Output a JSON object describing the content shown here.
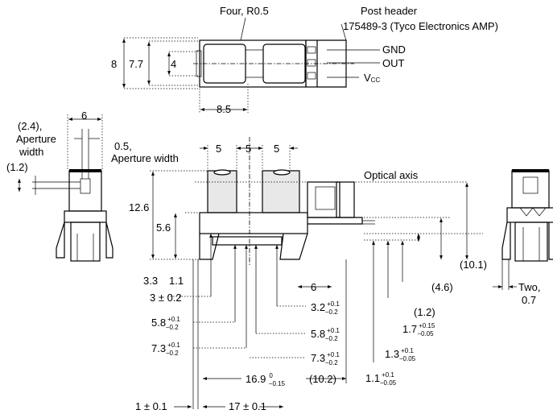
{
  "labels": {
    "corner_radius": "Four, R0.5",
    "post_header": "Post header",
    "post_header_part": "175489-3 (Tyco Electronics AMP)",
    "pin_gnd": "GND",
    "pin_out": "OUT",
    "pin_vcc": "V",
    "pin_vcc_sub": "CC",
    "height_8": "8",
    "height_7_7": "7.7",
    "height_4": "4",
    "width_8_5": "8.5",
    "width_6_side": "6",
    "aperture_2_4": "(2.4),",
    "aperture_word": "Aperture",
    "width_word": "width",
    "aperture_1_2": "(1.2)",
    "aperture_0_5": "0.5,",
    "aperture_width": "Aperture width",
    "pitch_5a": "5",
    "pitch_5b": "5",
    "pitch_5c": "5",
    "optical_axis": "Optical axis",
    "height_12_6": "12.6",
    "height_5_6": "5.6",
    "dim_3_3": "3.3",
    "dim_1_1": "1.1",
    "dim_10_1": "(10.1)",
    "dim_4_6": "(4.6)",
    "dim_1_2r": "(1.2)",
    "dim_6": "6",
    "two_word": "Two,",
    "two_val": "0.7",
    "tol_3": "3 ± 0.2",
    "tol_3_2": "3.2",
    "tol_5_8a": "5.8",
    "tol_5_8b": "5.8",
    "tol_7_3a": "7.3",
    "tol_7_3b": "7.3",
    "tol_1_7": "1.7",
    "tol_1_3": "1.3",
    "tol_1_1": "1.1",
    "tol_16_9": "16.9",
    "tol_10_2": "(10.2)",
    "tol_1": "1 ± 0.1",
    "tol_17": "17 ± 0.1",
    "sup_p01": "+0.1",
    "sub_m02": "−0.2",
    "sup_p015": "+0.15",
    "sub_m005": "−0.05",
    "sup_zero": "0",
    "sub_m015": "−0.15"
  }
}
